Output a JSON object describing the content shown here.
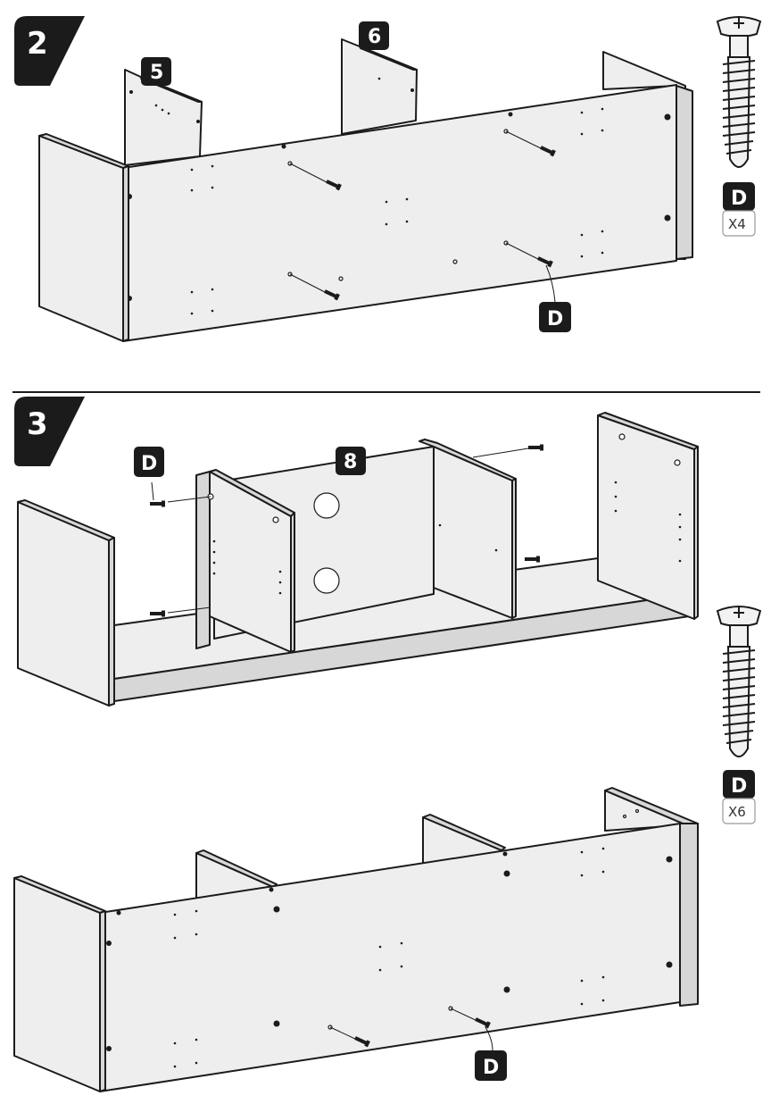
{
  "steps": [
    {
      "number": "2",
      "parts": [
        "5",
        "6"
      ],
      "hardware": {
        "code": "D",
        "qty": "X4"
      }
    },
    {
      "number": "3",
      "parts": [
        "8"
      ],
      "hardware": {
        "code": "D",
        "qty": "X6"
      }
    }
  ],
  "callouts": {
    "step2": "D",
    "step3_top": "D",
    "step3_bottom": "D"
  },
  "colors": {
    "ink": "#1b1b1b",
    "panel": "#eeeeee",
    "edge": "#d7d7d7"
  },
  "icons": [
    "step-badge",
    "part-label",
    "cam-screw",
    "dowel-screw"
  ]
}
